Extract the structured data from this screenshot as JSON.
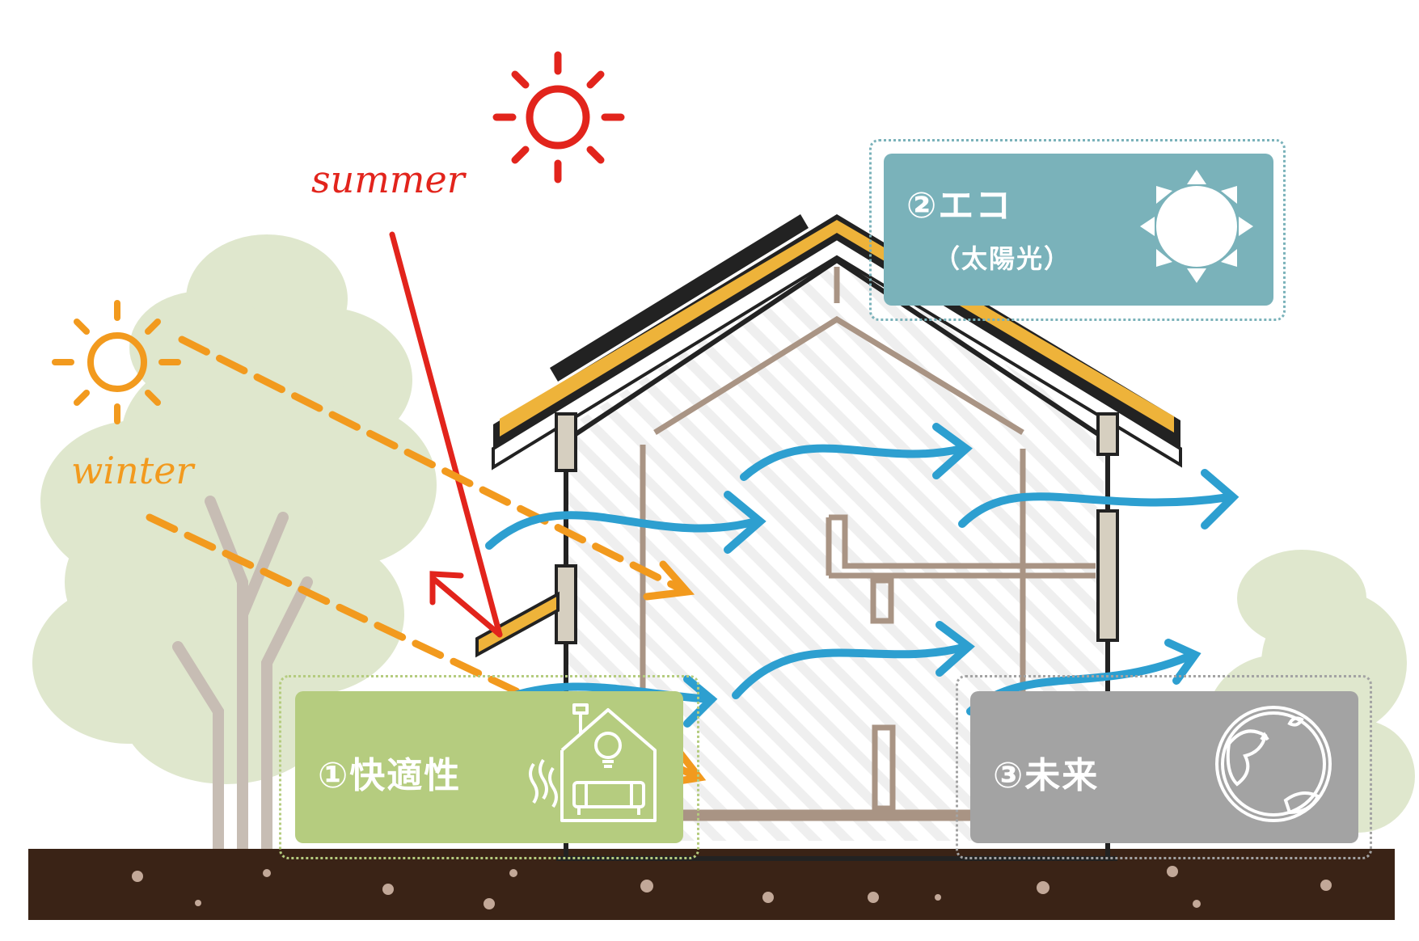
{
  "labels": {
    "summer": "summer",
    "winter": "winter"
  },
  "cards": {
    "eco": {
      "title": "②エコ",
      "subtitle": "（太陽光）",
      "icon": "sun-icon"
    },
    "comfort": {
      "title": "①快適性",
      "icon": "house-sofa-icon"
    },
    "future": {
      "title": "③未来",
      "icon": "globe-icon"
    }
  },
  "colors": {
    "summer": "#e2241c",
    "winter": "#f29a1e",
    "airflow": "#2d9fd0",
    "eco_card": "#7ab2ba",
    "comfort_card": "#b5cc7f",
    "future_card": "#a3a3a3",
    "ground": "#3a2316",
    "tree": "#dfe7cd",
    "roof_insulation": "#eeb33a",
    "frame": "#a99484"
  }
}
